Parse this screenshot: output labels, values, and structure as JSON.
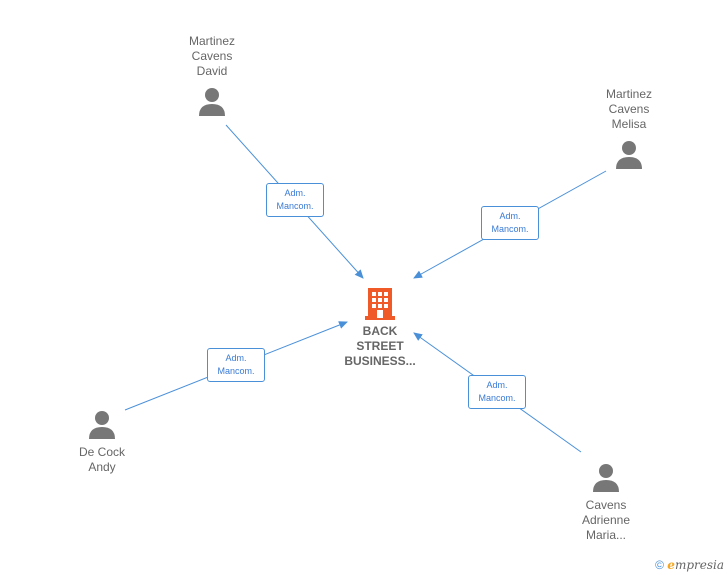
{
  "company": {
    "line1": "BACK",
    "line2": "STREET",
    "line3": "BUSINESS...",
    "color": "#f05a28"
  },
  "people": [
    {
      "id": "martinez-david",
      "lines": [
        "Martinez",
        "Cavens",
        "David"
      ]
    },
    {
      "id": "martinez-melisa",
      "lines": [
        "Martinez",
        "Cavens",
        "Melisa"
      ]
    },
    {
      "id": "de-cock-andy",
      "lines": [
        "De Cock",
        "Andy"
      ]
    },
    {
      "id": "cavens-adrienne",
      "lines": [
        "Cavens",
        "Adrienne",
        "Maria..."
      ]
    }
  ],
  "relations": [
    {
      "line1": "Adm.",
      "line2": "Mancom."
    },
    {
      "line1": "Adm.",
      "line2": "Mancom."
    },
    {
      "line1": "Adm.",
      "line2": "Mancom."
    },
    {
      "line1": "Adm.",
      "line2": "Mancom."
    }
  ],
  "footer": {
    "copyright": "©",
    "brand_e": "e",
    "brand_rest": "mpresia"
  },
  "colors": {
    "link": "#4a90d9",
    "person_icon": "#777777",
    "text": "#666666"
  }
}
